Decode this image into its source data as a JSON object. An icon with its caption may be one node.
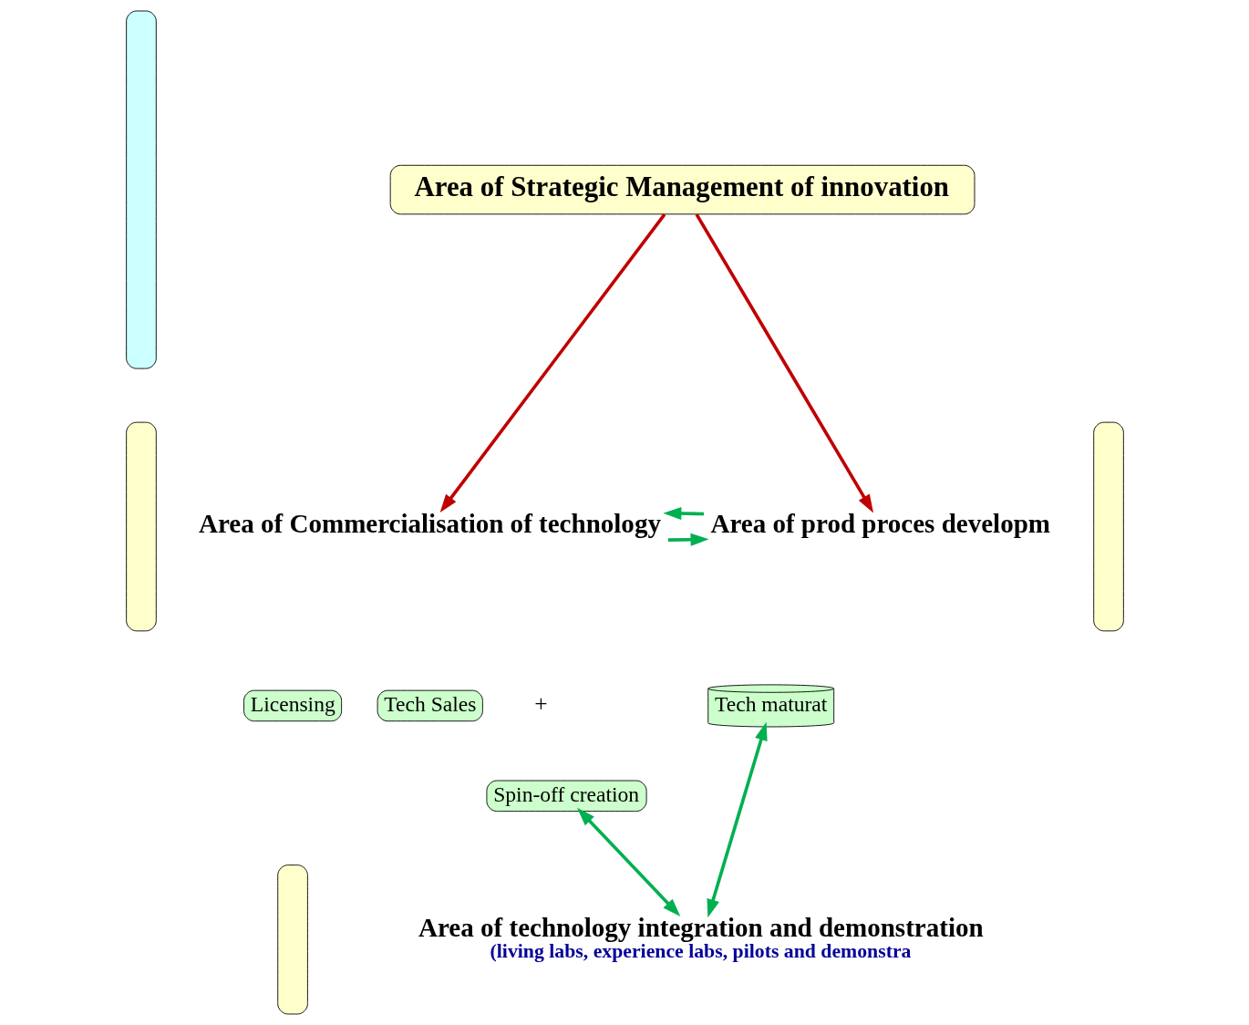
{
  "diagram": {
    "nodes": [
      {
        "text": [],
        "shape": "bar"
      },
      {
        "text": [
          "Area of Strategic Management of innovation"
        ]
      },
      {
        "text": [],
        "shape": "bar"
      },
      {
        "text": [
          "Area of Commercialisation of technology"
        ]
      },
      {
        "text": [
          "Licensing"
        ]
      },
      {
        "text": [
          "Tech Sales"
        ]
      },
      {
        "text": [
          "Spin-off creation"
        ]
      },
      {
        "text": [],
        "shape": "bar"
      },
      {
        "text": [
          "Area of prod proces developm"
        ]
      },
      {
        "text": [
          "Tech maturat"
        ]
      },
      {
        "text": [],
        "shape": "bar"
      },
      {
        "text": [
          "Area of technology integration and demonstration",
          "(living labs, experience labs, pilots and demonstra"
        ]
      }
    ],
    "edges": [
      {
        "from": 1,
        "to": 3,
        "arrow": "to",
        "color": "#c00000"
      },
      {
        "from": 1,
        "to": 8,
        "arrow": "to",
        "color": "#c00000"
      },
      {
        "from": 3,
        "to": 8,
        "arrow": "to"
      },
      {
        "from": 8,
        "to": 3,
        "arrow": "to"
      },
      {
        "from": 6,
        "to": 11,
        "arrow": "both"
      },
      {
        "from": 9,
        "to": 11,
        "arrow": "both"
      }
    ],
    "labels": [
      "+"
    ]
  }
}
